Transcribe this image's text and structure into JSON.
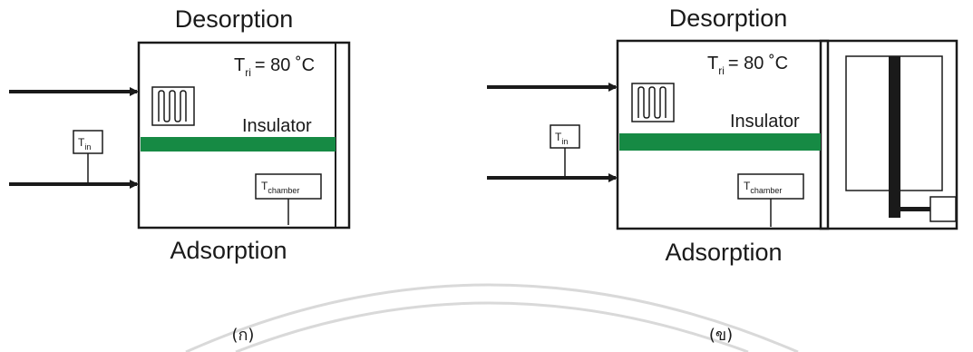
{
  "panel_a": {
    "top_label": "Desorption",
    "bottom_label": "Adsorption",
    "temp_T": "T",
    "temp_sub": "ri",
    "temp_value": "= 80 ˚C",
    "insulator_label": "Insulator",
    "sensor_in_T": "T",
    "sensor_in_sub": "in",
    "sensor_chamber_T": "T",
    "sensor_chamber_sub": "chamber",
    "caption": "(ก)"
  },
  "panel_b": {
    "top_label": "Desorption",
    "bottom_label": "Adsorption",
    "temp_T": "T",
    "temp_sub": "ri",
    "temp_value": "= 80 ˚C",
    "insulator_label": "Insulator",
    "sensor_in_T": "T",
    "sensor_in_sub": "in",
    "sensor_chamber_T": "T",
    "sensor_chamber_sub": "chamber",
    "caption": "(ข)"
  },
  "colors": {
    "insulator": "#168a44",
    "line": "#1a1a1a",
    "watermark": "#d9d9d9"
  }
}
